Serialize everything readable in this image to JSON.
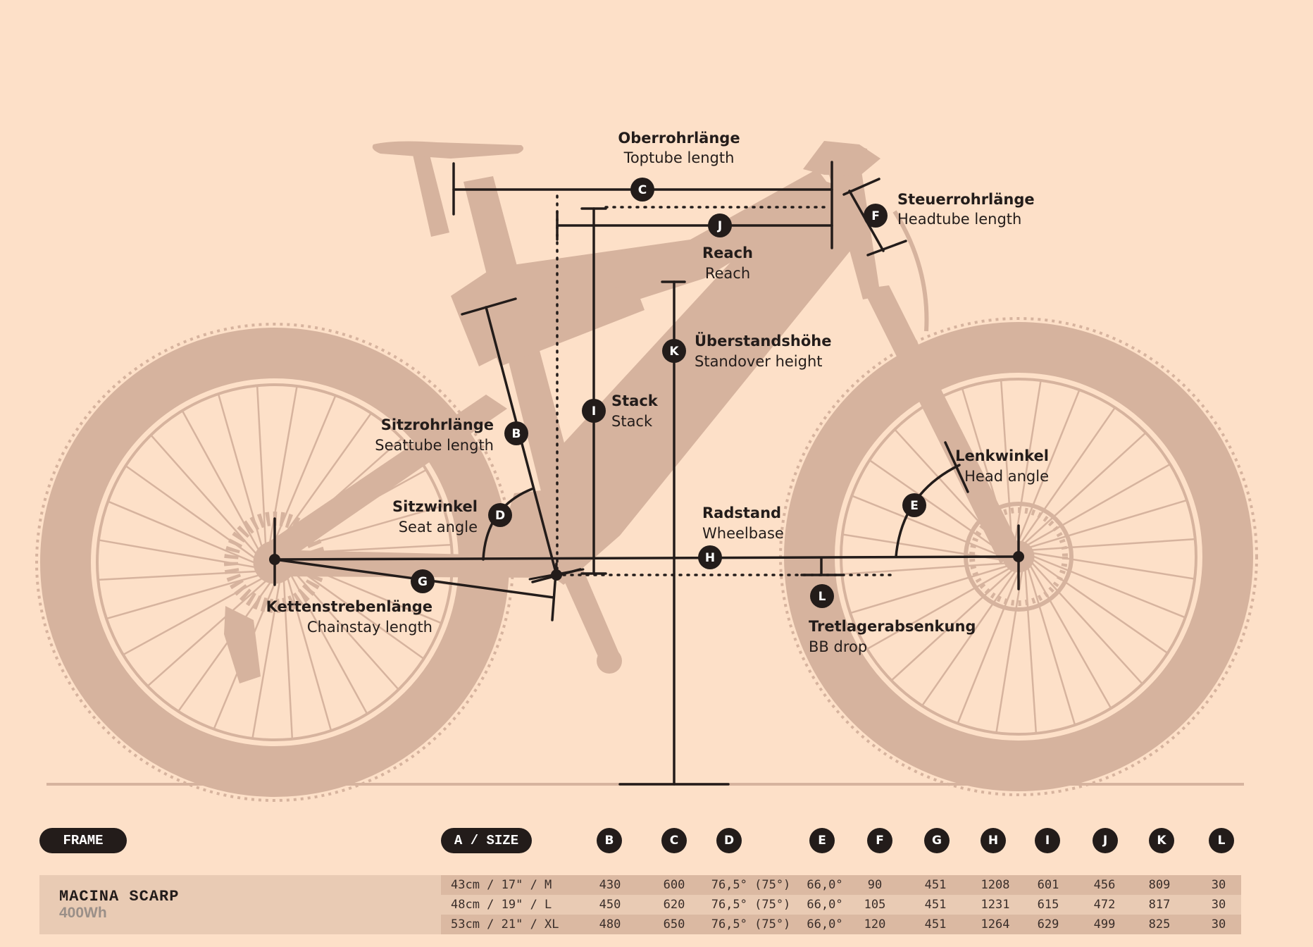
{
  "colors": {
    "background": "#fde0c8",
    "bike": "#d6b39e",
    "ink": "#231c1a",
    "table_row_dark": "#dbb9a2",
    "table_row_light": "#e9cbb4"
  },
  "labels": {
    "toptube": {
      "letter": "C",
      "de": "Oberrohrlänge",
      "en": "Toptube length"
    },
    "headtube": {
      "letter": "F",
      "de": "Steuerrohrlänge",
      "en": "Headtube length"
    },
    "reach": {
      "letter": "J",
      "de": "Reach",
      "en": "Reach"
    },
    "standover": {
      "letter": "K",
      "de": "Überstandshöhe",
      "en": "Standover height"
    },
    "stack": {
      "letter": "I",
      "de": "Stack",
      "en": "Stack"
    },
    "seattube": {
      "letter": "B",
      "de": "Sitzrohrlänge",
      "en": "Seattube length"
    },
    "seatangle": {
      "letter": "D",
      "de": "Sitzwinkel",
      "en": "Seat angle"
    },
    "headangle": {
      "letter": "E",
      "de": "Lenkwinkel",
      "en": "Head angle"
    },
    "wheelbase": {
      "letter": "H",
      "de": "Radstand",
      "en": "Wheelbase"
    },
    "bbdrop": {
      "letter": "L",
      "de": "Tretlagerabsenkung",
      "en": "BB drop"
    },
    "chainstay": {
      "letter": "G",
      "de": "Kettenstrebenlänge",
      "en": "Chainstay length"
    }
  },
  "table": {
    "frame_label": "FRAME",
    "size_label": "A / SIZE",
    "columns": [
      "B",
      "C",
      "D",
      "E",
      "F",
      "G",
      "H",
      "I",
      "J",
      "K",
      "L"
    ],
    "model_name": "MACINA SCARP",
    "model_battery": "400Wh",
    "rows": [
      {
        "size": "43cm  /  17\"  /  M",
        "values": [
          "430",
          "600",
          "76,5° (75°)",
          "66,0°",
          "90",
          "451",
          "1208",
          "601",
          "456",
          "809",
          "30"
        ]
      },
      {
        "size": "48cm  /  19\"  /  L",
        "values": [
          "450",
          "620",
          "76,5° (75°)",
          "66,0°",
          "105",
          "451",
          "1231",
          "615",
          "472",
          "817",
          "30"
        ]
      },
      {
        "size": "53cm  /  21\"  /  XL",
        "values": [
          "480",
          "650",
          "76,5° (75°)",
          "66,0°",
          "120",
          "451",
          "1264",
          "629",
          "499",
          "825",
          "30"
        ]
      }
    ]
  }
}
